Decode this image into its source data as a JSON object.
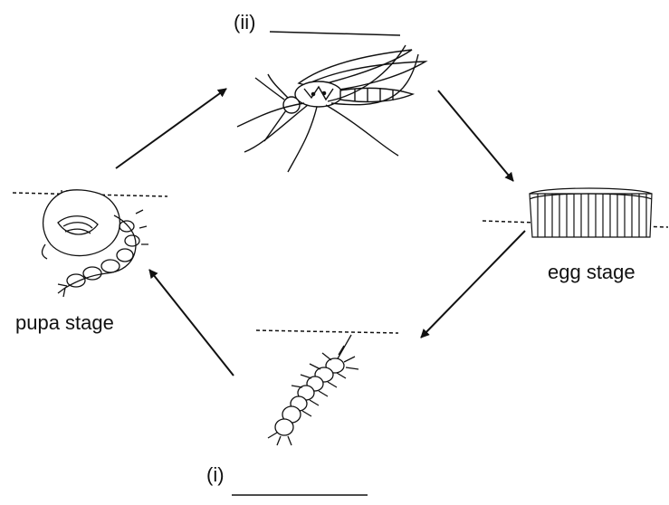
{
  "labels": {
    "adult_blank": "(ii)",
    "larva_blank": "(i)",
    "egg": "egg stage",
    "pupa": "pupa stage"
  },
  "colors": {
    "ink": "#111111",
    "background": "#ffffff"
  }
}
